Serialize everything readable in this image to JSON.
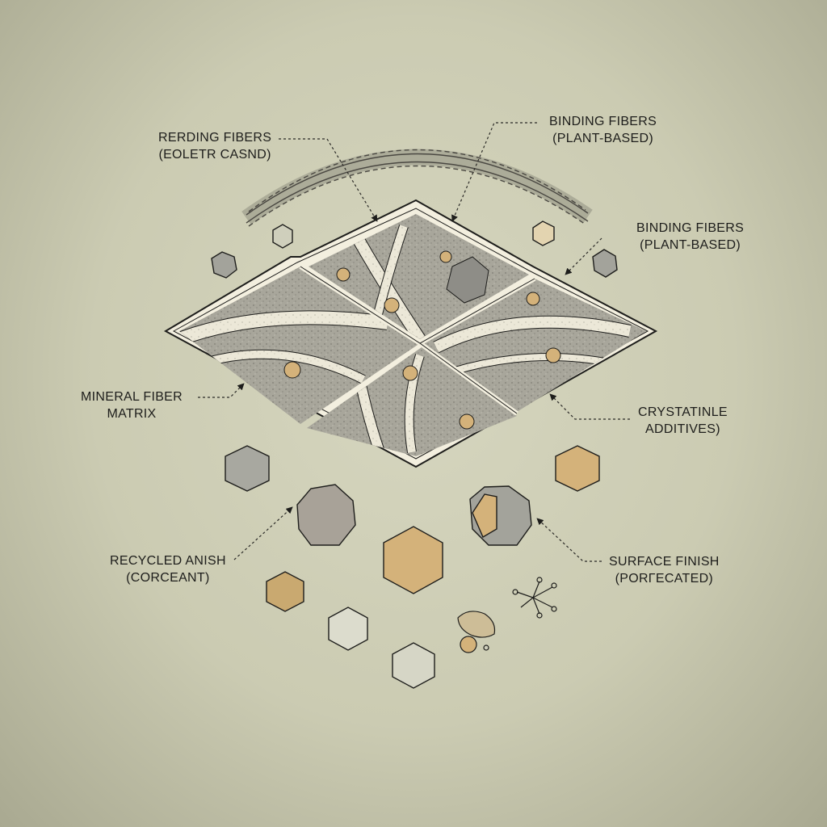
{
  "diagram": {
    "title": "Exploded composite panel cross-section with fibers and mineral additives",
    "colors": {
      "background": "#cfcfb6",
      "panel_frame": "#f3efdf",
      "matrix_gray": "#a9a79c",
      "fiber_cream": "#ece8d8",
      "ochre": "#d4b27a",
      "stone_gray": "#a3a39b",
      "ink": "#1d1d1b"
    },
    "labels": [
      {
        "id": "rerding-fibers",
        "line1": "RERDING FIBERS",
        "line2": "(EOLETR CASND)"
      },
      {
        "id": "binding-fibers-top",
        "line1": "BINDING FIBERS",
        "line2": "(PLANT-BASED)"
      },
      {
        "id": "binding-fibers-right",
        "line1": "BINDING FIBERS",
        "line2": "(PLANT-BASED)"
      },
      {
        "id": "mineral-fiber-matrix",
        "line1": "MINERAL FIBER",
        "line2": "MATRIX"
      },
      {
        "id": "crystalline-additives",
        "line1": "CRYSTATINLE",
        "line2": "ADDITIVES)"
      },
      {
        "id": "recycled-anish",
        "line1": "RECYCLED ANISH",
        "line2": "(CORCEANT)"
      },
      {
        "id": "surface-finish",
        "line1": "SURFACE FINISH",
        "line2": "(PORΓECATED)"
      }
    ],
    "components": [
      "braided-fiber-rope",
      "diamond-composite-panel",
      "hexagonal-mineral-crystals",
      "dodecahedral-aggregates",
      "branching-fiber-glyph"
    ]
  }
}
